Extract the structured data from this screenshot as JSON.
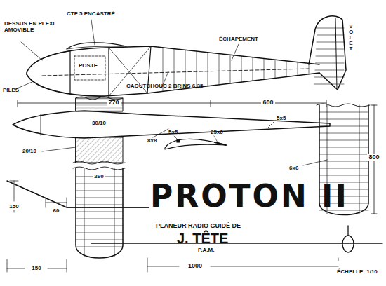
{
  "diagram": {
    "title": "PROTON II",
    "labels": [
      "DESSUS EN PLEXI AMOVIBLE",
      "CTP 5 ENCASTRÉ",
      "ÉCHAPEMENT",
      "VOLET",
      "POSTE",
      "PILES",
      "CAOUTCHOUC 2 BRINS 6,35",
      "770",
      "600",
      "30/10",
      "5x5",
      "800",
      "20/10",
      "8x8",
      "5x5",
      "25x6",
      "6x6",
      "260",
      "150",
      "60",
      "150",
      "PLANEUR RADIO GUIDÉ DE",
      "J. TÊTE",
      "P.A.M.",
      "1000",
      "ÉCHELLE: 1/10"
    ]
  }
}
